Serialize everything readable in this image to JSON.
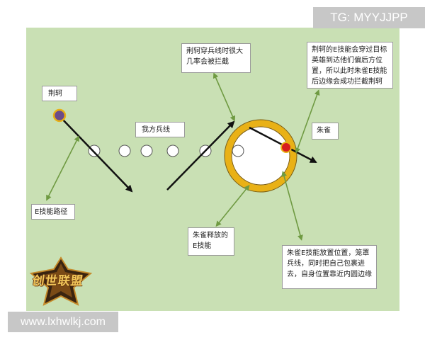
{
  "watermark_top": "TG: MYYJJPP",
  "watermark_bottom": "www.lxhwlkj.com",
  "logo_text": "创世联盟",
  "colors": {
    "field": "#c9e0b4",
    "arrow_black": "#111111",
    "pointer_green": "#6f9a42",
    "ring_gold": "#e9b116",
    "ring_inner": "#ffffff",
    "jingke_dot": "#6b4c8a",
    "zhuque_dot": "#d81e1e"
  },
  "labels": {
    "jingke": "荆轲",
    "e_path": "E技能路径",
    "our_minions": "我方兵线",
    "pass_minions": "荆轲穿兵线时很大几率会被拦截",
    "e_pass_hero": "荆轲的E技能会穿过目标英雄到达他们偏后方位置，所以此时朱雀E技能后边缘会成功拦截荆轲",
    "zhuque": "朱雀",
    "zhuque_e": "朱雀释放的E技能",
    "zhuque_e_place": "朱雀E技能放置位置，笼罩兵线，同时把自己包裹进去，自身位置靠近内圆边缘"
  }
}
